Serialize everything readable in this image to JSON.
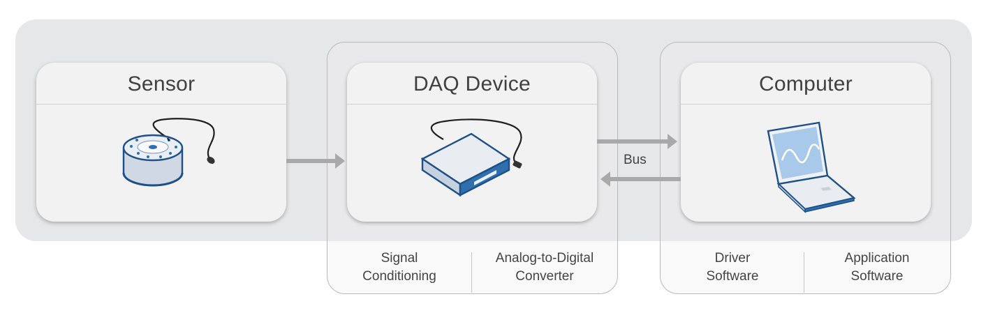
{
  "colors": {
    "band": "#e6e7e8",
    "card": "#f2f2f2",
    "arrow": "#a9a9a9",
    "accent": "#2f6fae"
  },
  "sensor": {
    "title": "Sensor"
  },
  "daq": {
    "title": "DAQ Device",
    "sub_left": {
      "line1": "Signal",
      "line2": "Conditioning"
    },
    "sub_right": {
      "line1": "Analog-to-Digital",
      "line2": "Converter"
    }
  },
  "computer": {
    "title": "Computer",
    "sub_left": {
      "line1": "Driver",
      "line2": "Software"
    },
    "sub_right": {
      "line1": "Application",
      "line2": "Software"
    }
  },
  "bus": {
    "label": "Bus"
  },
  "icons": [
    "sensor-icon",
    "daq-device-icon",
    "laptop-icon"
  ]
}
